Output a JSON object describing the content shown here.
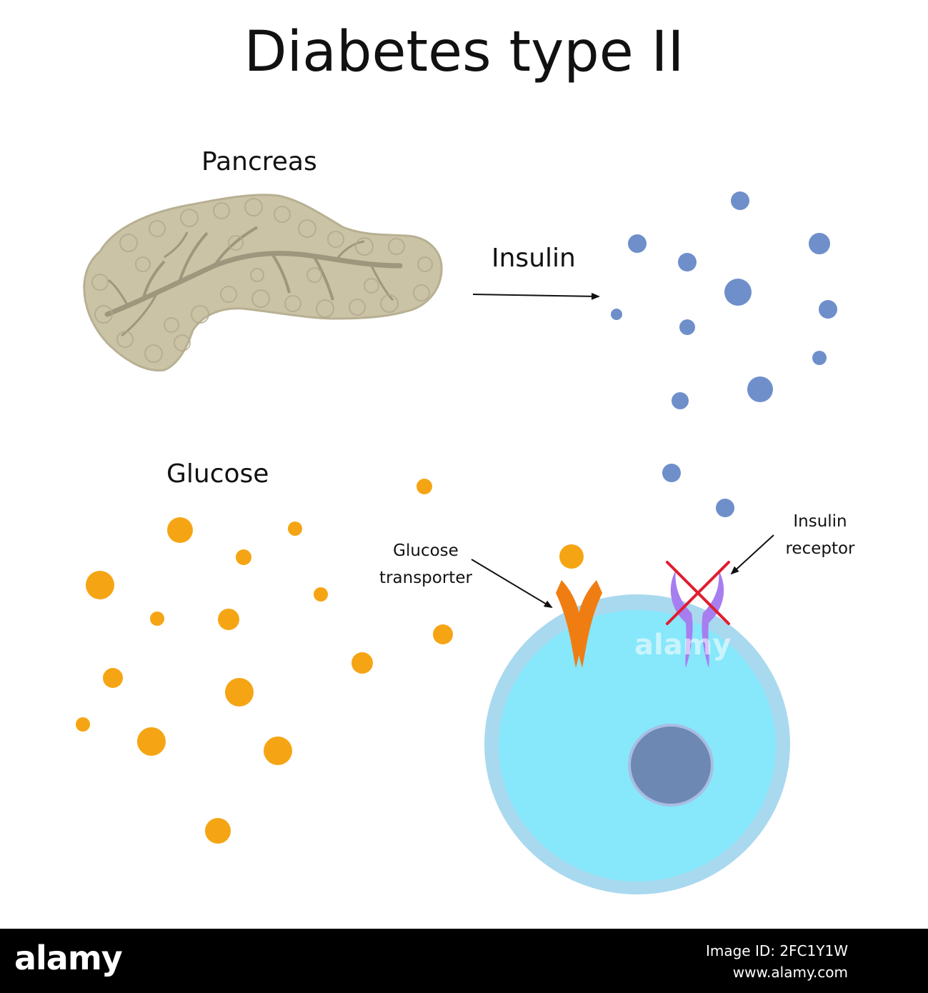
{
  "title": "Diabetes type II",
  "labels": {
    "pancreas": "Pancreas",
    "insulin": "Insulin",
    "glucose": "Glucose",
    "glucose_transporter_line1": "Glucose",
    "glucose_transporter_line2": "transporter",
    "insulin_receptor_line1": "Insulin",
    "insulin_receptor_line2": "receptor"
  },
  "colors": {
    "pancreas_fill": "#cbc3a5",
    "pancreas_duct": "#9e977d",
    "insulin": "#6f8fcb",
    "glucose": "#f5a514",
    "cell_membrane": "#a9d9ee",
    "cell_cytoplasm": "#87e7fb",
    "nucleus": "#6d89b3",
    "transporter": "#f07d12",
    "receptor": "#a77ef0",
    "blocked_mark": "#e11d2f"
  },
  "footer": {
    "logo": "alamy",
    "image_id": "Image ID: 2FC1Y1W",
    "site": "www.alamy.com"
  },
  "watermark": "alamy"
}
